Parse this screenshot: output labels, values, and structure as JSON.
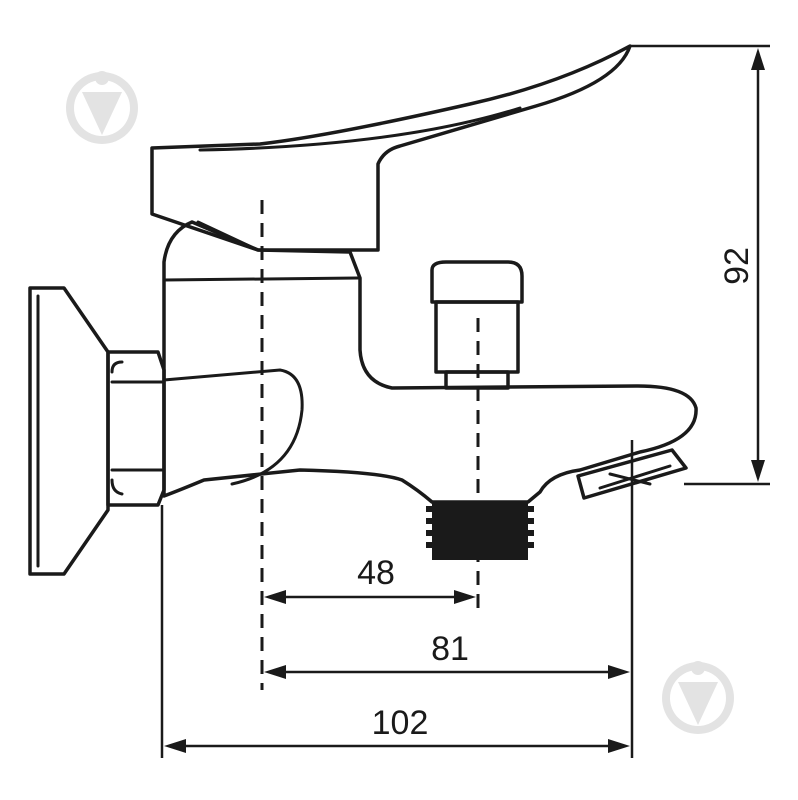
{
  "dimensions": {
    "height": "92",
    "spout_to_center": "48",
    "handle_to_tip": "81",
    "overall_depth": "102"
  }
}
